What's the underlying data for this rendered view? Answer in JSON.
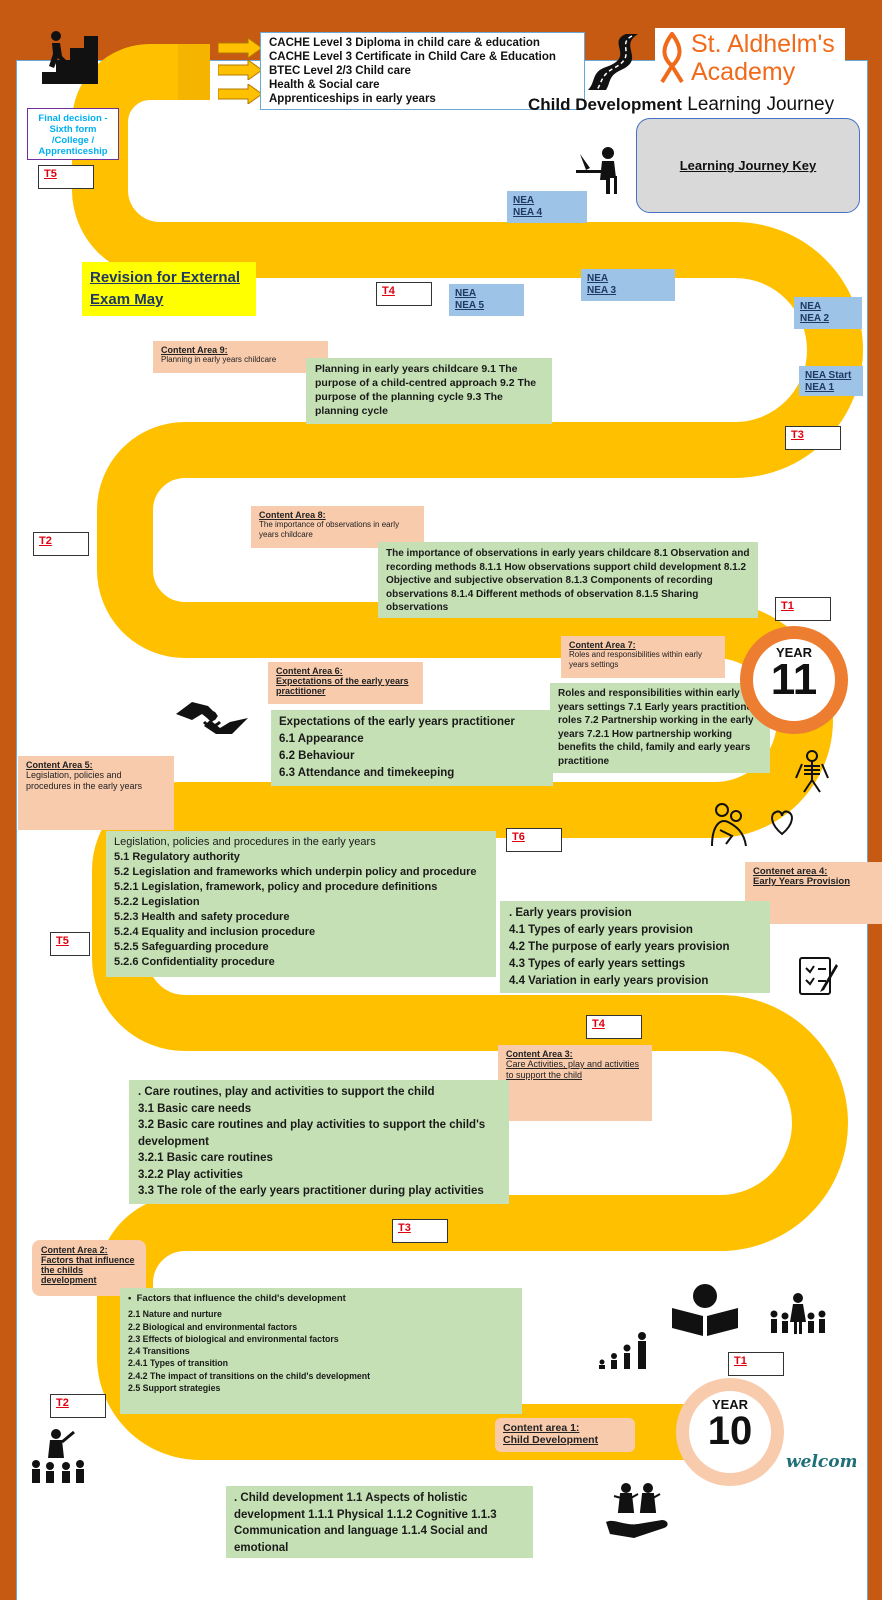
{
  "header": {
    "qualifications": [
      "CACHE Level 3 Diploma in child care & education",
      "CACHE Level 3 Certificate in Child Care & Education",
      "BTEC Level 2/3 Child care",
      "Health & Social care",
      "Apprenticeships in early years"
    ],
    "logo_line1": "St. Aldhelm's",
    "logo_line2": "Academy",
    "title_bold": "Child Development",
    "title_rest": " Learning Journey",
    "key_label": "Learning Journey Key",
    "final_decision": "Final decision - Sixth form /College / Apprenticeship"
  },
  "terms": {
    "t5_top": "T5",
    "t4_top": "T4",
    "t3_y11": "T3",
    "t2_y11": "T2",
    "t1_y11": "T1",
    "t6": "T6",
    "t5_y10": "T5",
    "t4_y10": "T4",
    "t3_y10": "T3",
    "t2_y10": "T2",
    "t1_y10": "T1"
  },
  "nea": {
    "nea4": [
      "NEA",
      "NEA 4"
    ],
    "nea5": [
      "NEA",
      "NEA 5"
    ],
    "nea3": [
      "NEA",
      "NEA 3"
    ],
    "nea2": [
      "NEA",
      "NEA 2"
    ],
    "nea1": [
      "NEA Start",
      "NEA 1"
    ]
  },
  "revision": "Revision for External Exam May",
  "years": {
    "y11_word": "YEAR",
    "y11_num": "11",
    "y10_word": "YEAR",
    "y10_num": "10",
    "welcome": "welcome"
  },
  "content_areas": {
    "ca9": {
      "title": "Content Area 9:",
      "sub": "Planning in early years childcare"
    },
    "ca8": {
      "title": "Content Area 8:",
      "sub": "The importance of observations in early years childcare"
    },
    "ca7": {
      "title": "Content Area 7:",
      "sub": "Roles and responsibilities within early years settings"
    },
    "ca6": {
      "title": "Content Area 6:",
      "sub": "Expectations of the early years practitioner"
    },
    "ca5": {
      "title": "Content Area 5:",
      "sub": "Legislation, policies and procedures in the early years"
    },
    "ca4": {
      "title": "Contenet area 4:",
      "sub": "Early Years  Provision"
    },
    "ca3": {
      "title": "Content Area 3:",
      "sub": "Care Activities, play and activities to support the child"
    },
    "ca2": {
      "title": "Content Area 2:",
      "sub": "Factors that influence the childs development"
    },
    "ca1": {
      "title": "Content area 1:",
      "sub": "Child Development"
    }
  },
  "details": {
    "d9": "Planning in early years childcare 9.1 The purpose of a child-centred approach 9.2 The purpose of the planning cycle 9.3 The planning cycle",
    "d8": " The importance of observations in early years childcare 8.1 Observation and recording methods 8.1.1 How observations support child development 8.1.2 Objective and subjective observation 8.1.3 Components of recording observations 8.1.4 Different methods of observation 8.1.5 Sharing observations",
    "d7": "Roles and responsibilities within early years settings 7.1 Early years practitioner roles 7.2 Partnership working in the early years 7.2.1 How partnership working benefits the child, family and early years practitione",
    "d6": [
      "Expectations of the early years practitioner",
      "6.1 Appearance",
      "6.2 Behaviour",
      "6.3 Attendance and timekeeping"
    ],
    "d5": [
      "Legislation, policies and procedures in the early years",
      "5.1 Regulatory authority",
      "5.2 Legislation and frameworks which underpin policy and procedure",
      "5.2.1 Legislation, framework, policy and procedure definitions",
      "5.2.2 Legislation",
      "5.2.3 Health and safety procedure",
      "5.2.4 Equality and inclusion procedure",
      "5.2.5 Safeguarding procedure",
      "5.2.6 Confidentiality procedure"
    ],
    "d4": [
      ". Early years provision",
      "4.1 Types of early years provision",
      "4.2 The purpose of early years provision",
      "4.3 Types of early years settings",
      "4.4 Variation in early years provision"
    ],
    "d3": [
      ". Care routines, play and activities to support the child",
      "3.1 Basic care needs",
      "3.2 Basic care routines and play activities to support the child's development",
      "3.2.1 Basic care routines",
      "3.2.2 Play activities",
      "3.3 The role of the early years practitioner during play activities"
    ],
    "d2": [
      "Factors that influence the child's development",
      "2.1 Nature and nurture",
      "2.2 Biological and environmental factors",
      "2.3 Effects of biological and environmental factors",
      "2.4 Transitions",
      "2.4.1 Types of transition",
      "2.4.2 The impact of transitions on the child's development",
      "2.5 Support strategies"
    ],
    "d1": ". Child development 1.1 Aspects of holistic development 1.1.1 Physical 1.1.2 Cognitive 1.1.3 Communication and language 1.1.4 Social and emotional"
  },
  "colors": {
    "frame": "#c65a12",
    "road": "#ffc000",
    "green": "#c5e0b4",
    "peach": "#f8cbad",
    "nea_blue": "#9dc3e6",
    "term_red": "#e0000f",
    "year11_ring": "#ed7d31",
    "year10_ring": "#f8cbad"
  }
}
